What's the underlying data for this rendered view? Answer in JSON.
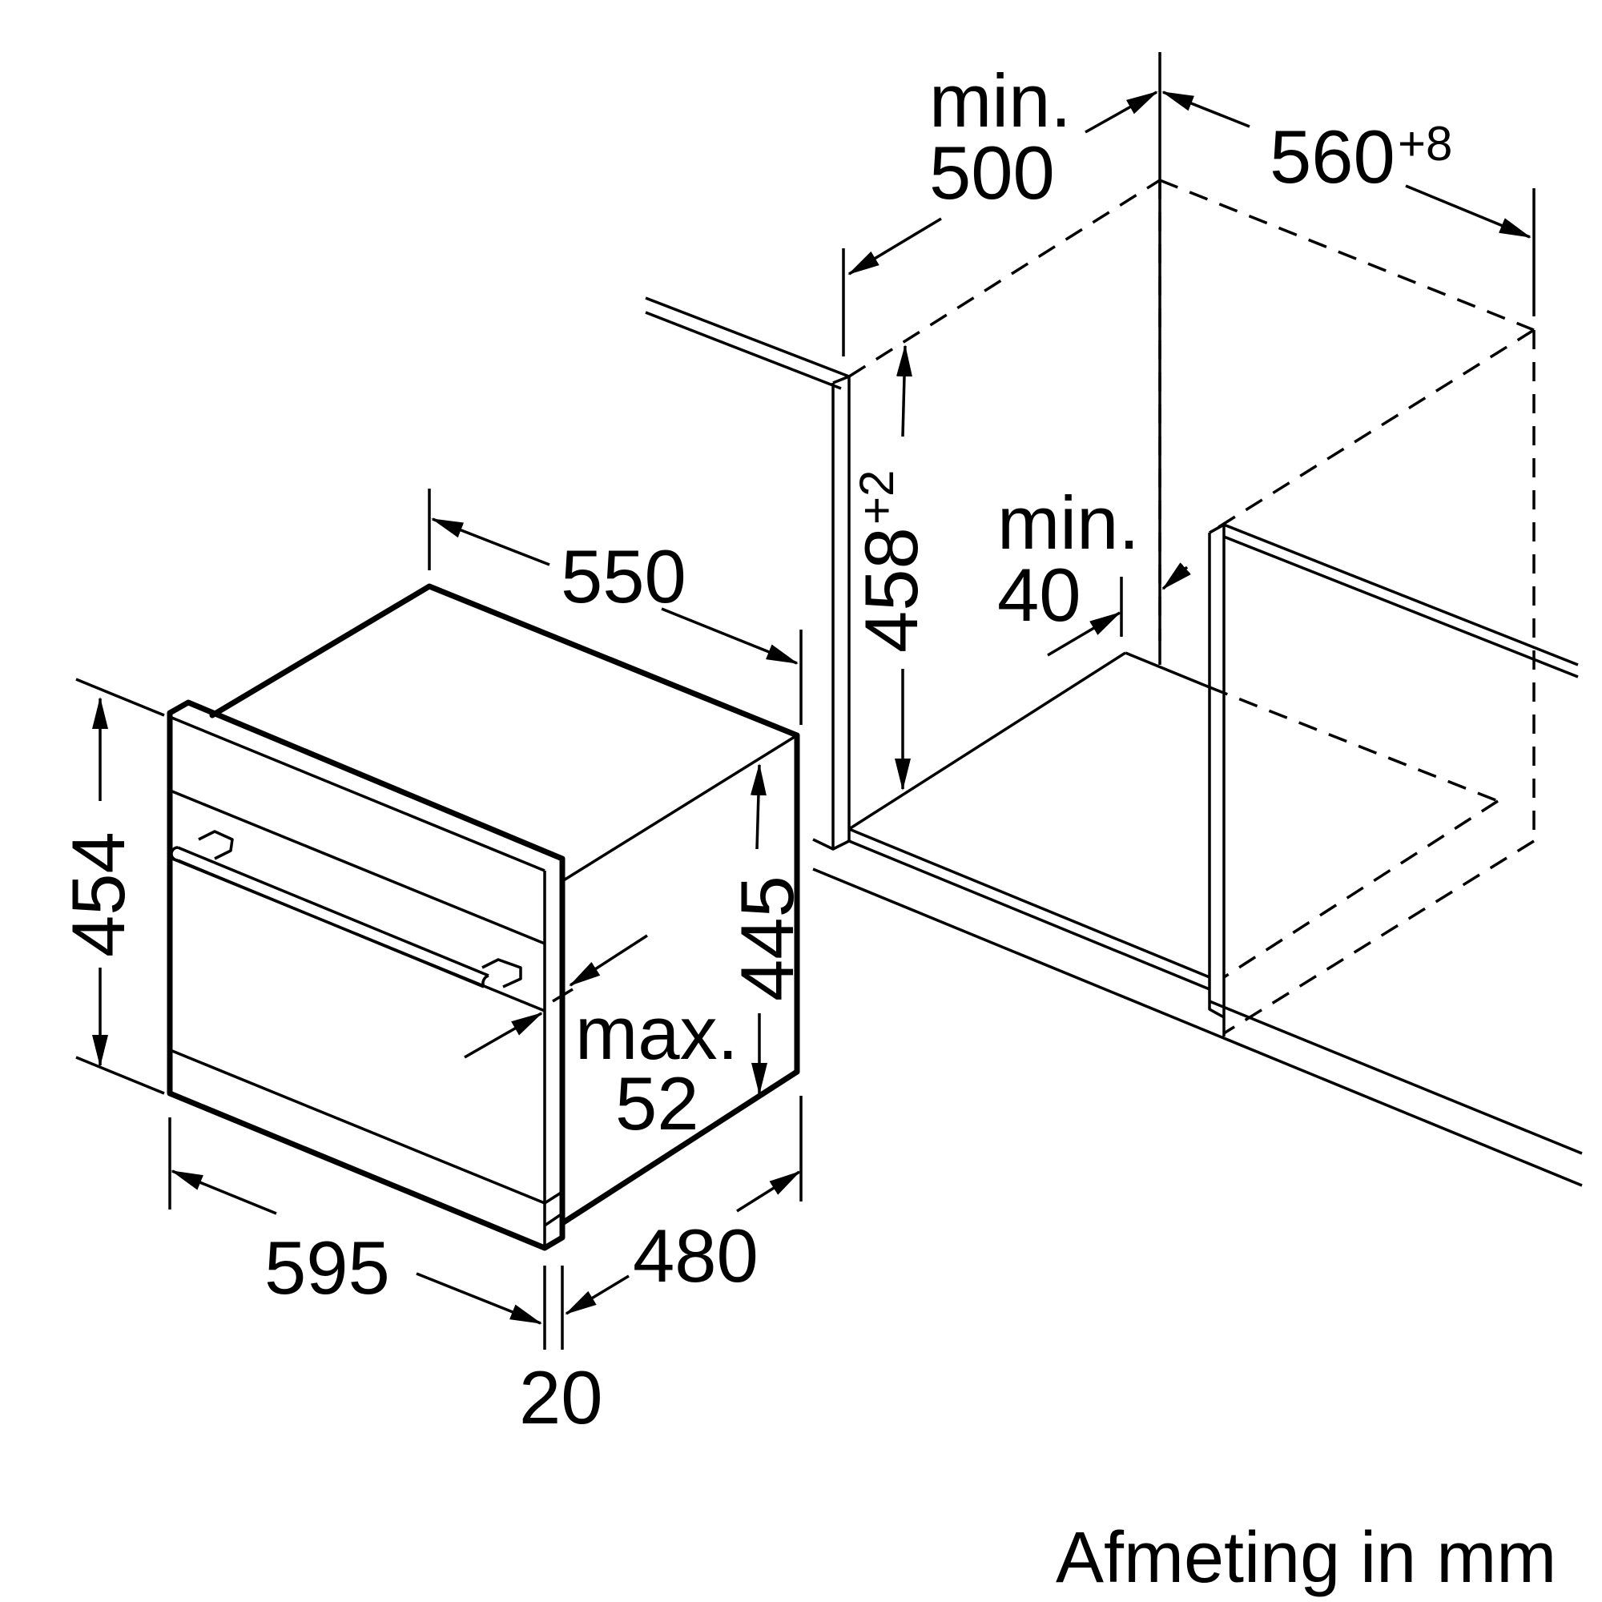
{
  "colors": {
    "line": "#000000",
    "background": "#ffffff"
  },
  "labels": {
    "cabinet_min_depth_word": "min.",
    "cabinet_min_depth_value": "500",
    "niche_width_value": "560",
    "niche_width_tolerance": "+8",
    "niche_height_value": "458",
    "niche_height_tolerance": "+2",
    "gap_min_word": "min.",
    "gap_min_value": "40",
    "appliance_depth": "550",
    "appliance_height": "454",
    "body_height": "445",
    "handle_max_word": "max.",
    "handle_max_value": "52",
    "appliance_width": "595",
    "body_depth": "480",
    "front_thickness": "20",
    "unit_note": "Afmeting in mm"
  }
}
